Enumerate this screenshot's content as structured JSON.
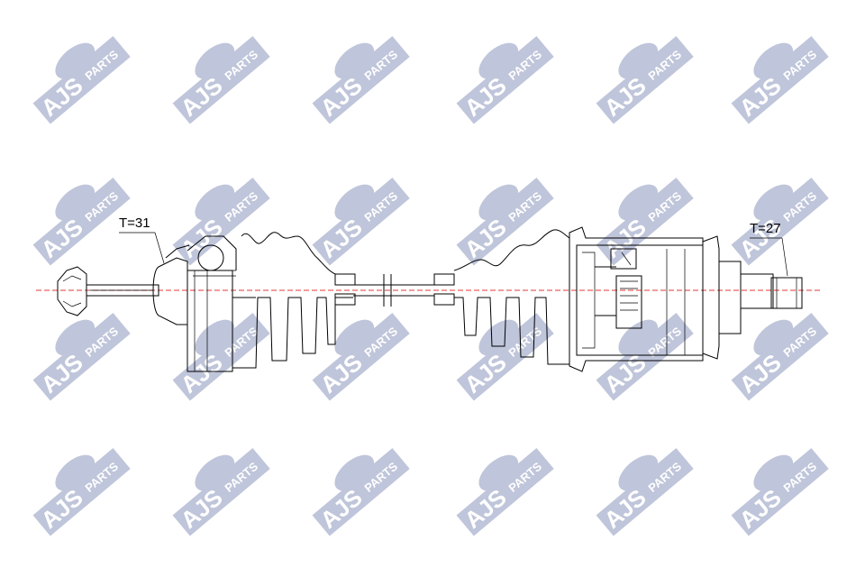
{
  "watermark": {
    "brand": "AJS",
    "sub": "PARTS",
    "color": "#b9bfd6"
  },
  "labels": {
    "left_teeth": "T=31",
    "right_teeth": "T=27"
  },
  "colors": {
    "line": "#000000",
    "axis": "#e23a3a",
    "background": "#ffffff"
  }
}
